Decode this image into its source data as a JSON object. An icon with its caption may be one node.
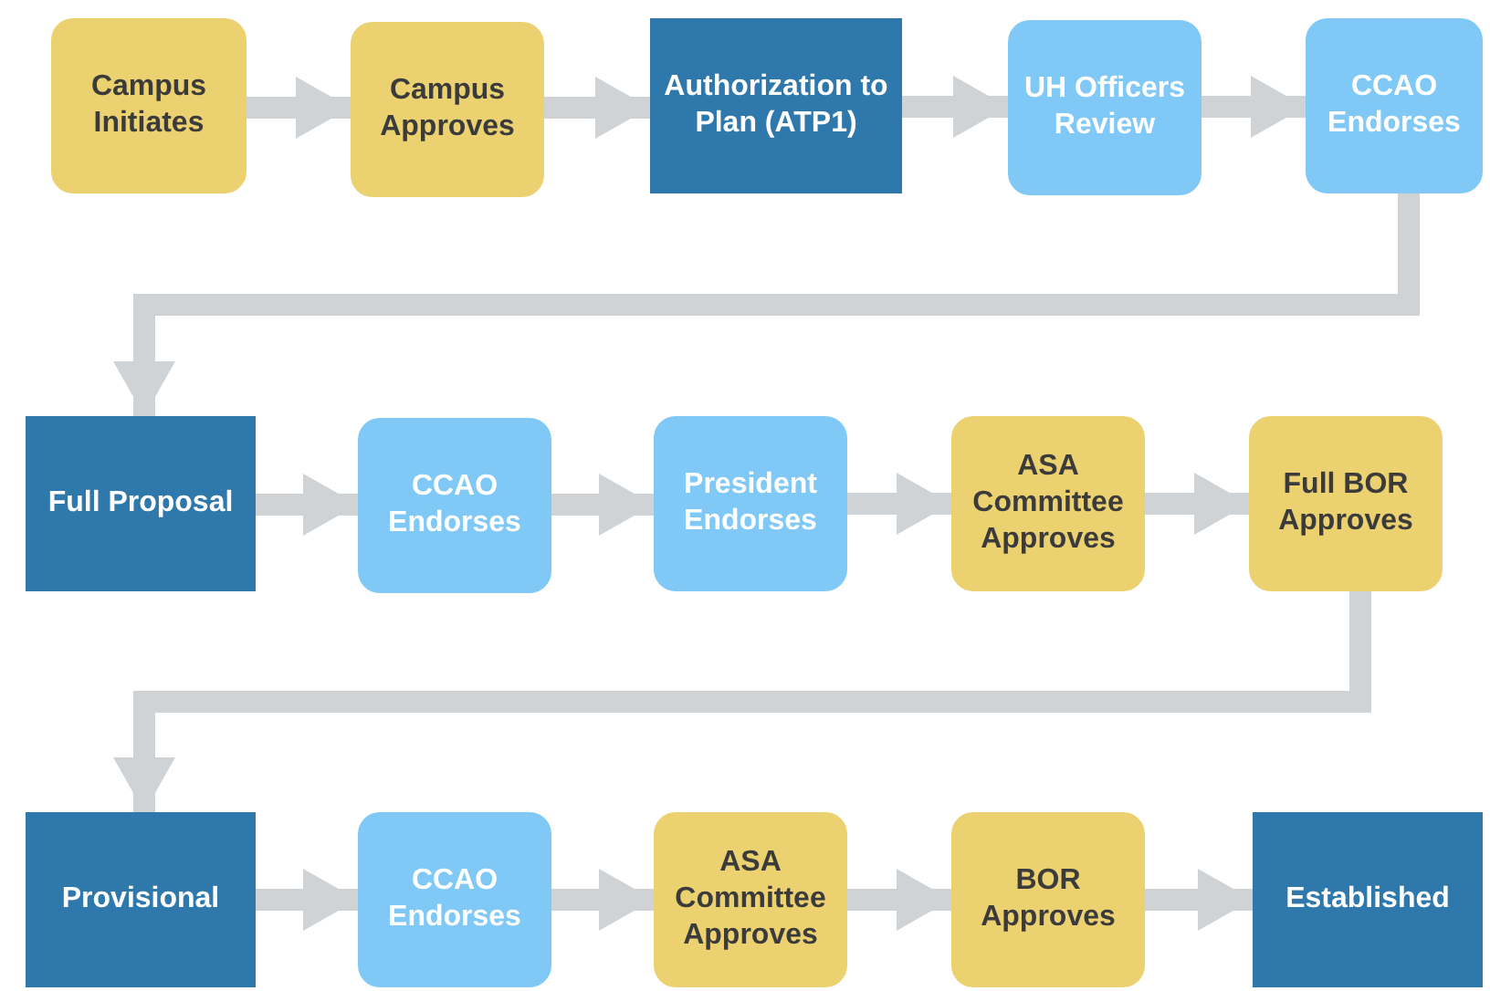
{
  "diagram": {
    "nodes": [
      {
        "text": [
          "Campus Initiates"
        ]
      },
      {
        "text": [
          "Campus Approves"
        ]
      },
      {
        "text": [
          "Authorization to Plan (ATP1)"
        ]
      },
      {
        "text": [
          "UH Officers Review"
        ]
      },
      {
        "text": [
          "CCAO Endorses"
        ]
      },
      {
        "text": [
          "Full Proposal"
        ]
      },
      {
        "text": [
          "CCAO Endorses"
        ]
      },
      {
        "text": [
          "President Endorses"
        ]
      },
      {
        "text": [
          "ASA Committee Approves"
        ]
      },
      {
        "text": [
          "Full BOR Approves"
        ]
      },
      {
        "text": [
          "Provisional"
        ]
      },
      {
        "text": [
          "CCAO Endorses"
        ]
      },
      {
        "text": [
          "ASA Committee Approves"
        ]
      },
      {
        "text": [
          "BOR Approves"
        ]
      },
      {
        "text": [
          "Established"
        ]
      }
    ],
    "edges": [
      {
        "from": 0,
        "to": 1,
        "arrow": "to"
      },
      {
        "from": 1,
        "to": 2,
        "arrow": "to"
      },
      {
        "from": 2,
        "to": 3,
        "arrow": "to"
      },
      {
        "from": 3,
        "to": 4,
        "arrow": "to"
      },
      {
        "from": 4,
        "to": 5,
        "arrow": "to"
      },
      {
        "from": 5,
        "to": 6,
        "arrow": "to"
      },
      {
        "from": 6,
        "to": 7,
        "arrow": "to"
      },
      {
        "from": 7,
        "to": 8,
        "arrow": "to"
      },
      {
        "from": 8,
        "to": 9,
        "arrow": "to"
      },
      {
        "from": 9,
        "to": 10,
        "arrow": "to"
      },
      {
        "from": 10,
        "to": 11,
        "arrow": "to"
      },
      {
        "from": 11,
        "to": 12,
        "arrow": "to"
      },
      {
        "from": 12,
        "to": 13,
        "arrow": "to"
      },
      {
        "from": 13,
        "to": 14,
        "arrow": "to"
      }
    ]
  }
}
